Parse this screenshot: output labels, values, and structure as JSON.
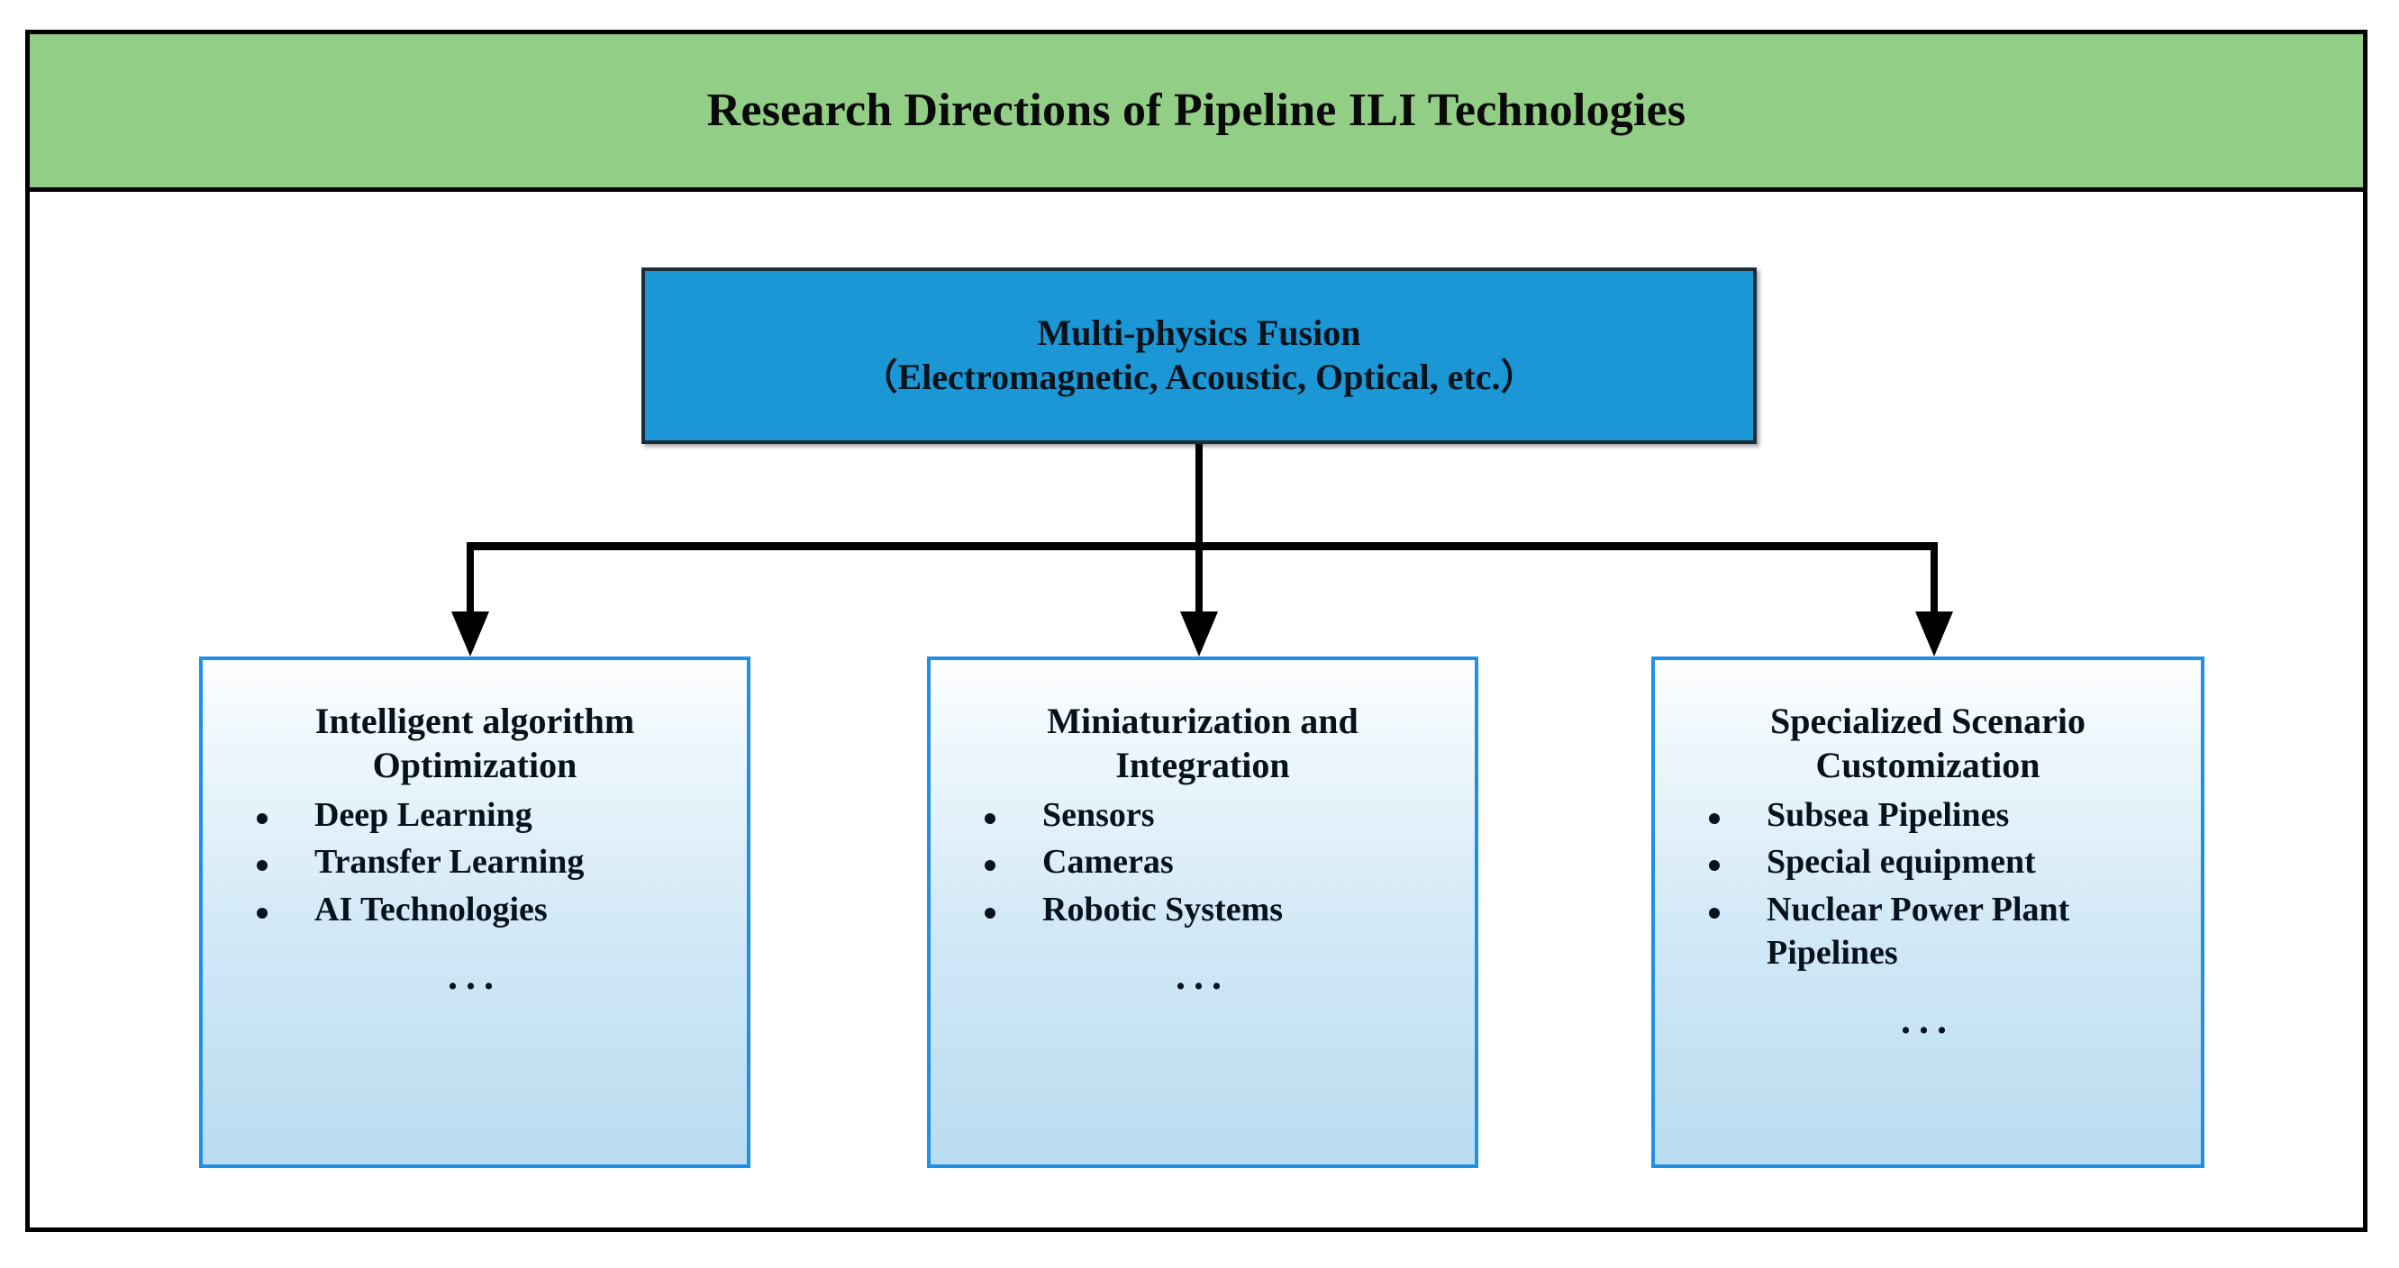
{
  "figure": {
    "banner_title": "Research Directions of Pipeline ILI Technologies",
    "colors": {
      "banner_green": "#93CE86",
      "root_blue": "#1B97D5",
      "child_border_blue": "#1E90E8",
      "child_gradient_bottom": "#B9DCF0",
      "frame_black": "#000000"
    },
    "root_node": {
      "title": "Multi-physics Fusion",
      "subtitle": "（Electromagnetic, Acoustic, Optical, etc.）"
    },
    "children": [
      {
        "title": "Intelligent algorithm Optimization",
        "bullets": [
          "Deep Learning",
          "Transfer Learning",
          "AI Technologies"
        ],
        "ellipsis": "..."
      },
      {
        "title": "Miniaturization and Integration",
        "bullets": [
          "Sensors",
          "Cameras",
          "Robotic Systems"
        ],
        "ellipsis": "..."
      },
      {
        "title": "Specialized Scenario Customization",
        "bullets": [
          "Subsea Pipelines",
          "Special equipment",
          "Nuclear Power Plant Pipelines"
        ],
        "ellipsis": "..."
      }
    ]
  }
}
